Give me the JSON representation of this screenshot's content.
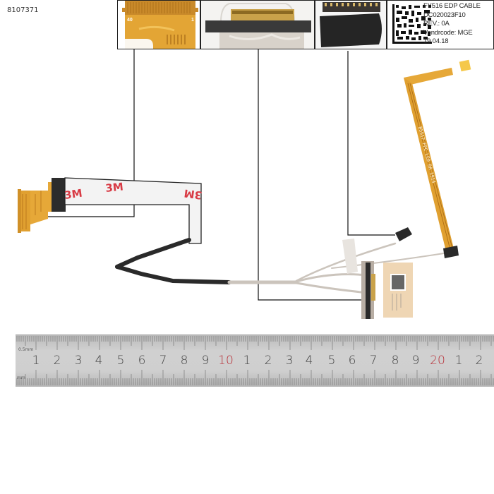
{
  "product": {
    "sku": "8107371"
  },
  "detail_panels": [
    {
      "id": "flex-connector-detail",
      "pin_labels": [
        "40",
        "1"
      ]
    },
    {
      "id": "lcd-connector-detail"
    },
    {
      "id": "camera-connector-detail"
    },
    {
      "id": "product-label-detail"
    }
  ],
  "label": {
    "lines": [
      "FY516 EDP CABLE",
      "DC020023F10",
      "REV.: 0A",
      "Vendrcode: MGE",
      "19.04.18"
    ]
  },
  "cable": {
    "tape_brand": "3M",
    "flex_print": "B5517 FPC LED 0A 1914"
  },
  "ruler": {
    "unit_top": "0.5mm",
    "unit_bottom": "mm",
    "numbers": [
      "1",
      "2",
      "3",
      "4",
      "5",
      "6",
      "7",
      "8",
      "9",
      "10",
      "1",
      "2",
      "3",
      "4",
      "5",
      "6",
      "7",
      "8",
      "9",
      "20",
      "1",
      "2"
    ],
    "highlight_color": "#b8323a",
    "text_color": "#444444"
  },
  "colors": {
    "flex_orange": "#e0a030",
    "cable_black": "#2a2a2a",
    "cable_grey": "#c8c2bc",
    "tape_red": "#d83a44",
    "ruler_steel": "#c9c9c9"
  }
}
